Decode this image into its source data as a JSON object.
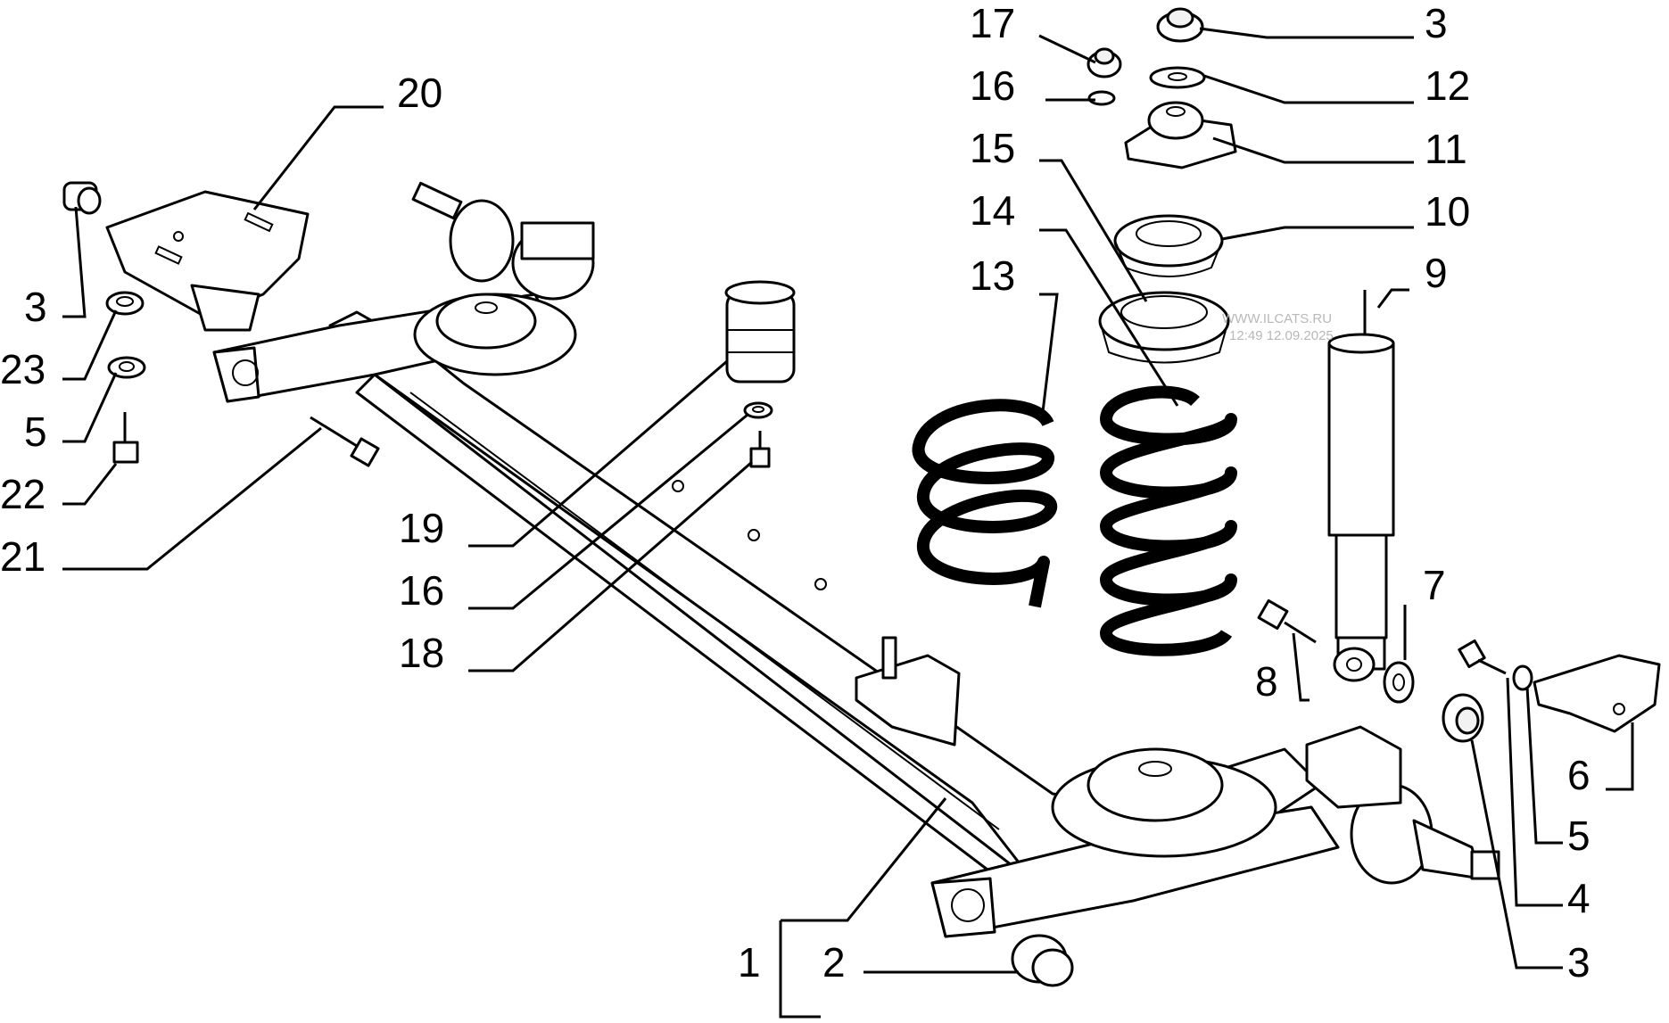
{
  "diagram": {
    "background": "#ffffff",
    "line_color": "#000000",
    "callouts": {
      "c1": "1",
      "c2": "2",
      "c3a": "3",
      "c3b": "3",
      "c3c": "3",
      "c4": "4",
      "c5a": "5",
      "c5b": "5",
      "c6": "6",
      "c7": "7",
      "c8": "8",
      "c9": "9",
      "c10": "10",
      "c11": "11",
      "c12": "12",
      "c13": "13",
      "c14": "14",
      "c15": "15",
      "c16a": "16",
      "c16b": "16",
      "c17": "17",
      "c18": "18",
      "c19": "19",
      "c20": "20",
      "c21": "21",
      "c22": "22",
      "c23": "23"
    },
    "watermark": {
      "site": "WWW.ILCATS.RU",
      "stamp": "12:49 12.09.2025"
    }
  }
}
